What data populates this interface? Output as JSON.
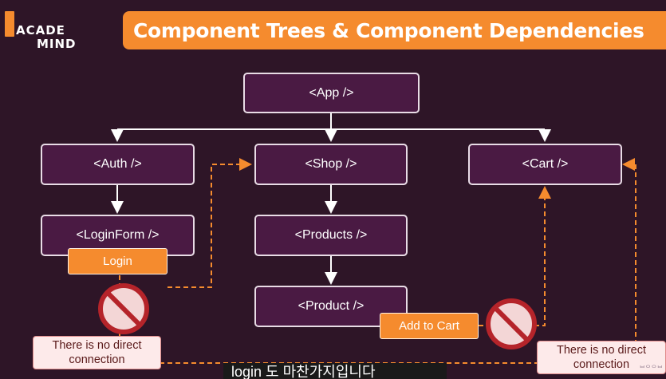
{
  "logo": {
    "line1": "ACADE",
    "line2": "MIND"
  },
  "title": "Component Trees & Component Dependencies",
  "nodes": {
    "app": "<App />",
    "auth": "<Auth />",
    "shop": "<Shop />",
    "cart": "<Cart />",
    "login_form": "<LoginForm />",
    "products": "<Products />",
    "product": "<Product />"
  },
  "tags": {
    "login": "Login",
    "add_to_cart": "Add to Cart"
  },
  "notes": {
    "left": {
      "line1": "There is no direct",
      "line2": "connection"
    },
    "right": {
      "line1": "There is no direct",
      "line2": "connection"
    }
  },
  "subtitle": "login 도 마찬가지입니다",
  "corner_mark": "ᄇᄋᄋᄇ",
  "colors": {
    "background": "#2e1527",
    "node_fill": "#4a1a43",
    "accent": "#f58b2e",
    "prohibit": "#b5242a",
    "note_fill": "#fdeaea"
  },
  "icons": [
    "no-entry-icon",
    "no-entry-icon"
  ]
}
